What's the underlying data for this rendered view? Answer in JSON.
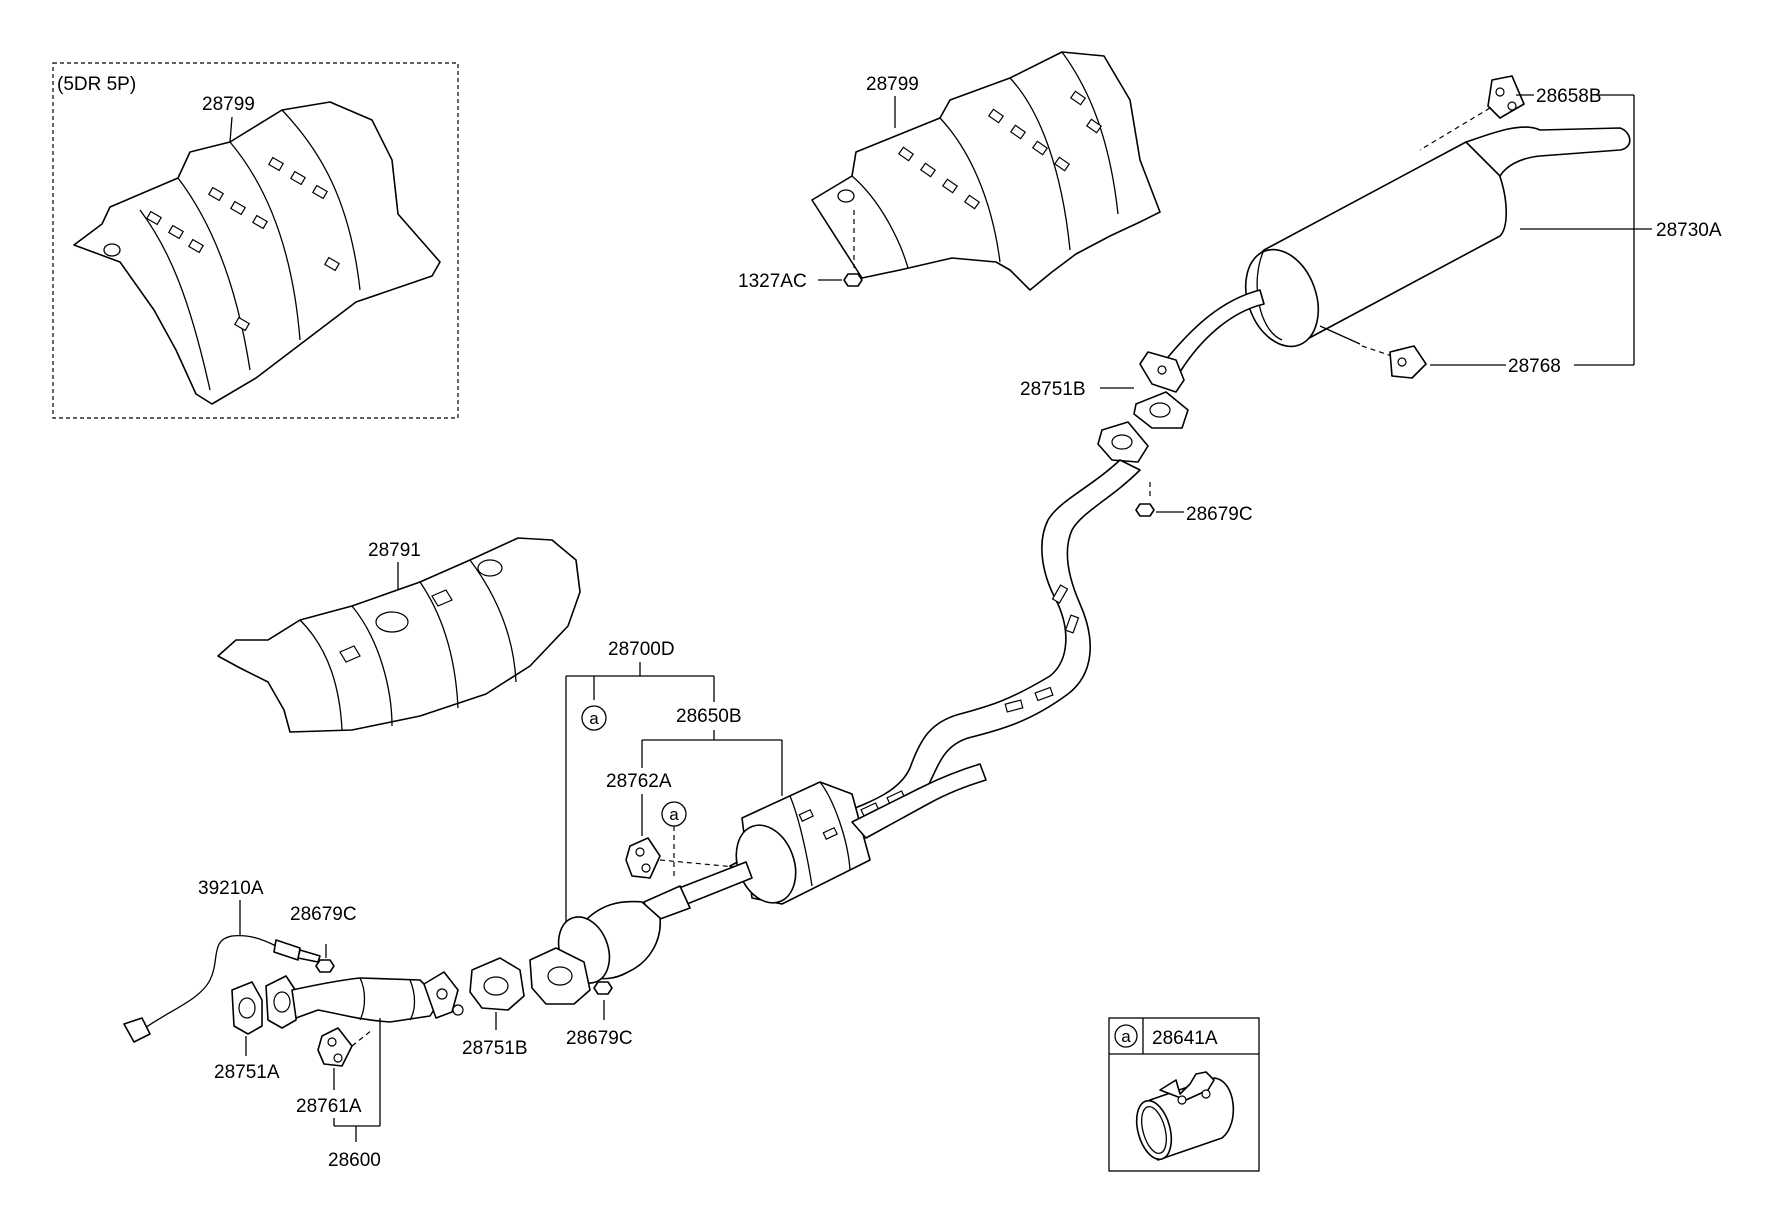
{
  "inset_note": "(5DR 5P)",
  "labels": {
    "heat_shield_inset": "28799",
    "heat_shield_top": "28799",
    "nut_1327": "1327AC",
    "hanger_28658B": "28658B",
    "muffler": "28730A",
    "hanger_28768": "28768",
    "gasket_rear": "28751B",
    "nut_rear": "28679C",
    "manifold_shield": "28791",
    "assy_28700D": "28700D",
    "assy_28650B": "28650B",
    "hanger_28762A": "28762A",
    "clamp_ref_a1": "a",
    "clamp_ref_a2": "a",
    "sensor": "39210A",
    "nut_front": "28679C",
    "gasket_front": "28751A",
    "hanger_28761A": "28761A",
    "front_pipe": "28600",
    "gasket_mid": "28751B",
    "nut_mid": "28679C",
    "clamp_box_ref": "a",
    "clamp_box_part": "28641A"
  }
}
